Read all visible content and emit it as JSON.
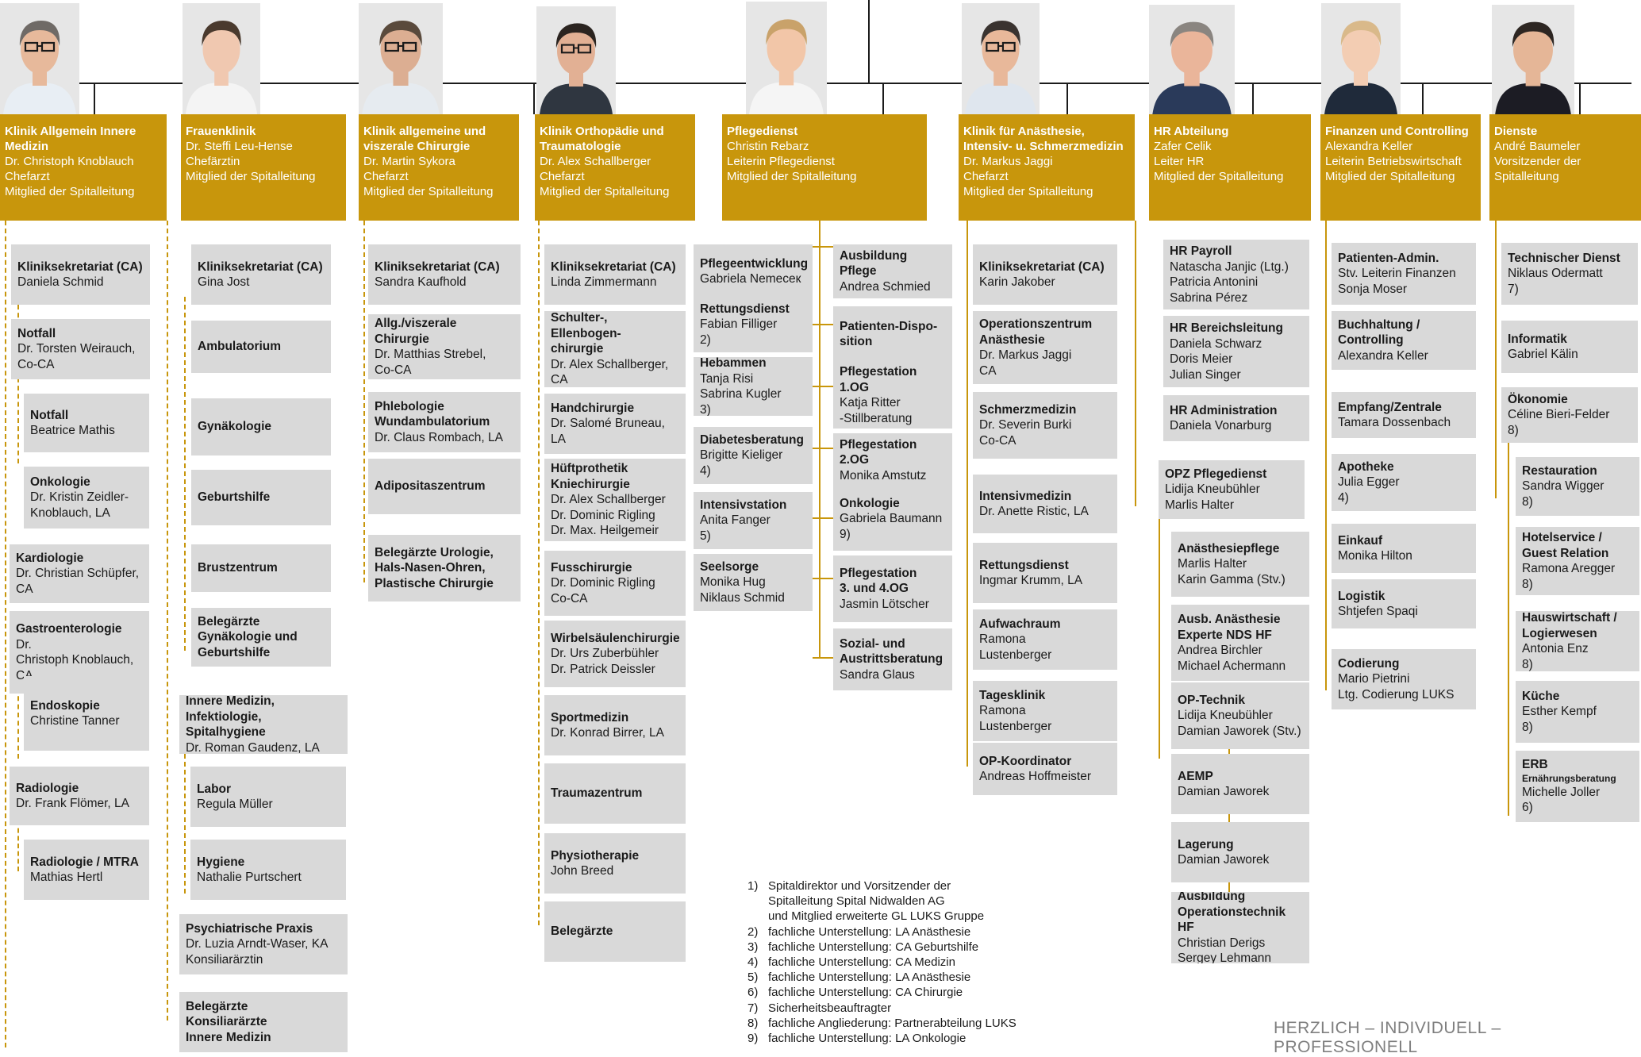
{
  "colors": {
    "accent": "#c8960c",
    "box": "#d9d9d9",
    "line": "#1b1b1b",
    "text": "#1a1a1a"
  },
  "departments": [
    {
      "id": "innere",
      "photo": {
        "name": "portrait-innere",
        "skin": "#e7b99b",
        "hair": "#6f6a66",
        "shirt": "#e8eef4",
        "glasses": true
      },
      "header": {
        "title": [
          "Klinik Allgemein Innere",
          "Medizin"
        ],
        "lines": [
          "Dr. Christoph Knoblauch",
          "Chefarzt",
          "Mitglied der Spitalleitung"
        ]
      },
      "units": [
        {
          "title": [
            "Kliniksekretariat (CA)"
          ],
          "lines": [
            "Daniela Schmid"
          ]
        },
        {
          "title": [
            "Notfall"
          ],
          "lines": [
            "Dr. Torsten Weirauch,",
            "Co-CA"
          ]
        },
        {
          "title": [
            "Notfall"
          ],
          "lines": [
            "Beatrice Mathis"
          ]
        },
        {
          "title": [
            "Onkologie"
          ],
          "lines": [
            "Dr. Kristin Zeidler-",
            "Knoblauch, LA"
          ]
        },
        {
          "title": [
            "Kardiologie"
          ],
          "lines": [
            "Dr. Christian Schüpfer,",
            "CA"
          ]
        },
        {
          "title": [
            "Gastroenterologie"
          ],
          "lines": [
            "Dr.",
            "Christoph Knoblauch,",
            "CA"
          ]
        },
        {
          "title": [
            "Endoskopie"
          ],
          "lines": [
            "Christine Tanner"
          ]
        },
        {
          "title": [
            "Radiologie"
          ],
          "lines": [
            "Dr. Frank Flömer, LA"
          ]
        },
        {
          "title": [
            "Radiologie / MTRA"
          ],
          "lines": [
            "Mathias Hertl"
          ]
        }
      ]
    },
    {
      "id": "frauen",
      "photo": {
        "name": "portrait-frauen",
        "skin": "#f0c8b0",
        "hair": "#4a3a2e",
        "shirt": "#f4f4f4",
        "glasses": false
      },
      "header": {
        "title": [
          "Frauenklinik"
        ],
        "lines": [
          "Dr. Steffi Leu-Hense",
          "Chefärztin",
          "Mitglied der Spitalleitung"
        ]
      },
      "units": [
        {
          "title": [
            "Kliniksekretariat (CA)"
          ],
          "lines": [
            "Gina Jost"
          ]
        },
        {
          "title": [
            "Ambulatorium"
          ],
          "lines": []
        },
        {
          "title": [
            "Gynäkologie"
          ],
          "lines": []
        },
        {
          "title": [
            "Geburtshilfe"
          ],
          "lines": []
        },
        {
          "title": [
            "Brustzentrum"
          ],
          "lines": []
        },
        {
          "title": [
            "Belegärzte",
            "Gynäkologie und",
            "Geburtshilfe"
          ],
          "lines": []
        },
        {
          "title": [
            "Innere Medizin,",
            "Infektiologie, Spitalhygiene"
          ],
          "lines": [
            "Dr. Roman Gaudenz, LA"
          ]
        },
        {
          "title": [
            "Labor"
          ],
          "lines": [
            "Regula Müller"
          ]
        },
        {
          "title": [
            "Hygiene"
          ],
          "lines": [
            "Nathalie Purtschert"
          ]
        },
        {
          "title": [
            "Psychiatrische Praxis"
          ],
          "lines": [
            "Dr. Luzia Arndt-Waser, KA",
            "Konsiliarärztin"
          ]
        },
        {
          "title": [
            "Belegärzte",
            "Konsiliarärzte",
            "Innere Medizin"
          ],
          "lines": []
        }
      ]
    },
    {
      "id": "chirurgie",
      "photo": {
        "name": "portrait-chirurgie",
        "skin": "#dcae92",
        "hair": "#5a4a3c",
        "shirt": "#e6ebf0",
        "glasses": true
      },
      "header": {
        "title": [
          "Klinik allgemeine und",
          "viszerale Chirurgie"
        ],
        "lines": [
          "Dr. Martin Sykora",
          "Chefarzt",
          "Mitglied der Spitalleitung"
        ]
      },
      "units": [
        {
          "title": [
            "Kliniksekretariat (CA)"
          ],
          "lines": [
            "Sandra Kaufhold"
          ]
        },
        {
          "title": [
            "Allg./viszerale Chirurgie"
          ],
          "lines": [
            "Dr. Matthias Strebel,",
            "Co-CA"
          ]
        },
        {
          "title": [
            "Phlebologie",
            "Wundambulatorium"
          ],
          "lines": [
            "Dr. Claus Rombach, LA"
          ]
        },
        {
          "title": [
            "Adipositaszentrum"
          ],
          "lines": []
        },
        {
          "title": [
            "Belegärzte Urologie,",
            "Hals-Nasen-Ohren,",
            "Plastische Chirurgie"
          ],
          "lines": []
        }
      ]
    },
    {
      "id": "ortho",
      "photo": {
        "name": "portrait-ortho",
        "skin": "#e2b094",
        "hair": "#2b2420",
        "shirt": "#2f3640",
        "glasses": true
      },
      "header": {
        "title": [
          "Klinik Orthopädie und",
          "Traumatologie"
        ],
        "lines": [
          "Dr. Alex Schallberger",
          "Chefarzt",
          "Mitglied der Spitalleitung"
        ]
      },
      "units": [
        {
          "title": [
            "Kliniksekretariat (CA)"
          ],
          "lines": [
            "Linda Zimmermann"
          ]
        },
        {
          "title": [
            "Schulter-, Ellenbogen-",
            "chirurgie"
          ],
          "lines": [
            "Dr. Alex Schallberger,",
            "CA"
          ]
        },
        {
          "title": [
            "Handchirurgie"
          ],
          "lines": [
            "Dr. Salomé Bruneau,",
            "LA"
          ]
        },
        {
          "title": [
            "Hüftprothetik",
            "Kniechirurgie"
          ],
          "lines": [
            "Dr. Alex Schallberger",
            "Dr. Dominic Rigling",
            "Dr. Max. Heilgemeir"
          ]
        },
        {
          "title": [
            "Fusschirurgie"
          ],
          "lines": [
            "Dr. Dominic Rigling",
            "Co-CA"
          ]
        },
        {
          "title": [
            "Wirbelsäulenchirurgie"
          ],
          "lines": [
            "Dr. Urs Zuberbühler",
            "Dr. Patrick Deissler"
          ]
        },
        {
          "title": [
            "Sportmedizin"
          ],
          "lines": [
            "Dr. Konrad Birrer, LA"
          ]
        },
        {
          "title": [
            "Traumazentrum"
          ],
          "lines": []
        },
        {
          "title": [
            "Physiotherapie"
          ],
          "lines": [
            "John Breed"
          ]
        },
        {
          "title": [
            "Belegärzte"
          ],
          "lines": []
        }
      ]
    },
    {
      "id": "pflege",
      "photo": {
        "name": "portrait-pflege",
        "skin": "#f2c6a8",
        "hair": "#c9a26a",
        "shirt": "#f5f5f5",
        "glasses": false
      },
      "header": {
        "title": [
          "Pflegedienst"
        ],
        "lines": [
          "Christin Rebarz",
          "Leiterin Pflegedienst",
          "Mitglied der Spitalleitung"
        ]
      },
      "units": [
        {
          "title": [
            "Pflegeentwicklung"
          ],
          "lines": [
            "Gabriela Nemeceк"
          ]
        },
        {
          "title": [
            "Rettungsdienst"
          ],
          "lines": [
            "Fabian Filliger",
            "2)"
          ]
        },
        {
          "title": [
            "Hebammen"
          ],
          "lines": [
            "Tanja Risi",
            "Sabrina Kugler",
            "3)"
          ]
        },
        {
          "title": [
            "Diabetesberatung"
          ],
          "lines": [
            "Brigitte Kieliger",
            "4)"
          ]
        },
        {
          "title": [
            "Intensivstation"
          ],
          "lines": [
            "Anita Fanger",
            "5)"
          ]
        },
        {
          "title": [
            "Seelsorge"
          ],
          "lines": [
            "Monika Hug",
            "Niklaus Schmid"
          ]
        },
        {
          "title": [
            "Ausbildung Pflege"
          ],
          "lines": [
            "Andrea Schmied"
          ]
        },
        {
          "title": [
            "Patienten-Dispo-",
            "sition"
          ],
          "lines": []
        },
        {
          "title": [
            "Pflegestation 1.OG"
          ],
          "lines": [
            "Katja Ritter",
            "-Stillberatung"
          ]
        },
        {
          "title": [
            "Pflegestation 2.OG"
          ],
          "lines": [
            "Monika Amstutz"
          ]
        },
        {
          "title": [
            "Onkologie"
          ],
          "lines": [
            "Gabriela Baumann",
            "9)"
          ]
        },
        {
          "title": [
            "Pflegestation",
            "3. und 4.OG"
          ],
          "lines": [
            "Jasmin Lötscher"
          ]
        },
        {
          "title": [
            "Sozial- und",
            "Austrittsberatung"
          ],
          "lines": [
            "Sandra Glaus"
          ]
        }
      ]
    },
    {
      "id": "anaesthesie",
      "photo": {
        "name": "portrait-anaesthesie",
        "skin": "#e8b89a",
        "hair": "#3a3330",
        "shirt": "#dfe6ee",
        "glasses": true
      },
      "header": {
        "title": [
          "Klinik für Anästhesie,",
          "Intensiv- u. Schmerzmedizin"
        ],
        "lines": [
          "Dr. Markus Jaggi",
          "Chefarzt",
          "Mitglied der Spitalleitung"
        ]
      },
      "units": [
        {
          "title": [
            "Kliniksekretariat (CA)"
          ],
          "lines": [
            "Karin Jakober"
          ]
        },
        {
          "title": [
            "Operationszentrum",
            "Anästhesie"
          ],
          "lines": [
            "Dr. Markus Jaggi",
            "CA"
          ]
        },
        {
          "title": [
            "Schmerzmedizin"
          ],
          "lines": [
            "Dr. Severin Burki",
            "Co-CA"
          ]
        },
        {
          "title": [
            "Intensivmedizin"
          ],
          "lines": [
            "Dr. Anette Ristic, LA"
          ]
        },
        {
          "title": [
            "Rettungsdienst"
          ],
          "lines": [
            "Ingmar Krumm, LA"
          ]
        },
        {
          "title": [
            "Aufwachraum"
          ],
          "lines": [
            "Ramona",
            "Lustenberger"
          ]
        },
        {
          "title": [
            "Tagesklinik"
          ],
          "lines": [
            "Ramona",
            "Lustenberger"
          ]
        },
        {
          "title": [
            "OP-Koordinator"
          ],
          "lines": [
            "Andreas Hoffmeister"
          ]
        }
      ]
    },
    {
      "id": "hr",
      "photo": {
        "name": "portrait-hr",
        "skin": "#eab59a",
        "hair": "#8a8580",
        "shirt": "#2a3a5a",
        "glasses": false
      },
      "header": {
        "title": [
          "HR Abteilung"
        ],
        "lines": [
          "Zafer Celik",
          "Leiter HR",
          "Mitglied der Spitalleitung"
        ]
      },
      "units": [
        {
          "title": [
            "HR Payroll"
          ],
          "lines": [
            "Natascha Janjic (Ltg.)",
            "Patricia Antonini",
            "Sabrina Pérez"
          ]
        },
        {
          "title": [
            "HR Bereichsleitung"
          ],
          "lines": [
            "Daniela Schwarz",
            "Doris Meier",
            "Julian Singer"
          ]
        },
        {
          "title": [
            "HR Administration"
          ],
          "lines": [
            "Daniela Vonarburg"
          ]
        },
        {
          "title": [
            "OPZ Pflegedienst"
          ],
          "lines": [
            "Lidija Kneubühler",
            "Marlis Halter"
          ]
        },
        {
          "title": [
            "Anästhesiepflege"
          ],
          "lines": [
            "Marlis Halter",
            "Karin Gamma (Stv.)"
          ]
        },
        {
          "title": [
            "Ausb. Anästhesie",
            "Experte NDS HF"
          ],
          "lines": [
            "Andrea Birchler",
            "Michael Achermann"
          ]
        },
        {
          "title": [
            "OP-Technik"
          ],
          "lines": [
            "Lidija Kneubühler",
            "Damian Jaworek (Stv.)"
          ]
        },
        {
          "title": [
            "AEMP"
          ],
          "lines": [
            "Damian Jaworek"
          ]
        },
        {
          "title": [
            "Lagerung"
          ],
          "lines": [
            "Damian Jaworek"
          ]
        },
        {
          "title": [
            "Ausbildung",
            "Operationstechnik HF"
          ],
          "lines": [
            "Christian Derigs",
            "Sergey Lehmann"
          ]
        }
      ]
    },
    {
      "id": "finanzen",
      "photo": {
        "name": "portrait-finanzen",
        "skin": "#f3cdb3",
        "hair": "#d9b98a",
        "shirt": "#1f2a3a",
        "glasses": false
      },
      "header": {
        "title": [
          "Finanzen und Controlling"
        ],
        "lines": [
          "Alexandra Keller",
          "Leiterin Betriebswirtschaft",
          "Mitglied der Spitalleitung"
        ]
      },
      "units": [
        {
          "title": [
            "Patienten-Admin."
          ],
          "lines": [
            "Stv. Leiterin Finanzen",
            "Sonja Moser"
          ]
        },
        {
          "title": [
            "Buchhaltung /",
            "Controlling"
          ],
          "lines": [
            "Alexandra Keller"
          ]
        },
        {
          "title": [
            "Empfang/Zentrale"
          ],
          "lines": [
            "Tamara Dossenbach"
          ]
        },
        {
          "title": [
            "Apotheke"
          ],
          "lines": [
            "Julia Egger",
            "4)"
          ]
        },
        {
          "title": [
            "Einkauf"
          ],
          "lines": [
            "Monika Hilton"
          ]
        },
        {
          "title": [
            "Logistik"
          ],
          "lines": [
            "Shtjefen Spaqi"
          ]
        },
        {
          "title": [
            "Codierung"
          ],
          "lines": [
            "Mario Pietrini",
            "Ltg. Codierung LUKS"
          ]
        }
      ]
    },
    {
      "id": "dienste",
      "photo": {
        "name": "portrait-dienste",
        "skin": "#e5b697",
        "hair": "#2d2622",
        "shirt": "#1c1c24",
        "glasses": false
      },
      "header": {
        "title": [
          "Dienste"
        ],
        "lines": [
          "André Baumeler",
          "Vorsitzender der",
          "Spitalleitung"
        ]
      },
      "units": [
        {
          "title": [
            "Technischer Dienst"
          ],
          "lines": [
            "Niklaus Odermatt",
            "7)"
          ]
        },
        {
          "title": [
            "Informatik"
          ],
          "lines": [
            "Gabriel Kälin"
          ]
        },
        {
          "title": [
            "Ökonomie"
          ],
          "lines": [
            "Céline Bieri-Felder",
            "8)"
          ]
        },
        {
          "title": [
            "Restauration"
          ],
          "lines": [
            "Sandra Wigger",
            "8)"
          ]
        },
        {
          "title": [
            "Hotelservice /",
            "Guest Relation"
          ],
          "lines": [
            "Ramona Aregger",
            "8)"
          ]
        },
        {
          "title": [
            "Hauswirtschaft /",
            "Logierwesen"
          ],
          "lines": [
            "Antonia Enz",
            "8)"
          ]
        },
        {
          "title": [
            "Küche"
          ],
          "lines": [
            "Esther Kempf",
            "8)"
          ]
        },
        {
          "title": [
            "ERB"
          ],
          "small": "Ernährungsberatung",
          "lines": [
            "Michelle Joller",
            "6)"
          ]
        }
      ]
    }
  ],
  "footnotes": [
    {
      "n": "1)",
      "lines": [
        "Spitaldirektor und Vorsitzender der",
        "Spitalleitung Spital Nidwalden AG",
        "und Mitglied erweiterte GL LUKS Gruppe"
      ]
    },
    {
      "n": "2)",
      "lines": [
        "fachliche Unterstellung:  LA Anästhesie"
      ]
    },
    {
      "n": "3)",
      "lines": [
        "fachliche Unterstellung:  CA Geburtshilfe"
      ]
    },
    {
      "n": "4)",
      "lines": [
        "fachliche Unterstellung:  CA Medizin"
      ]
    },
    {
      "n": "5)",
      "lines": [
        "fachliche Unterstellung:  LA Anästhesie"
      ]
    },
    {
      "n": "6)",
      "lines": [
        "fachliche Unterstellung:  CA Chirurgie"
      ]
    },
    {
      "n": "7)",
      "lines": [
        "Sicherheitsbeauftragter"
      ]
    },
    {
      "n": "8)",
      "lines": [
        "fachliche Angliederung:   Partnerabteilung LUKS"
      ]
    },
    {
      "n": "9)",
      "lines": [
        "fachliche Unterstellung:  LA Onkologie"
      ]
    }
  ],
  "slogan": "HERZLICH – INDIVIDUELL – PROFESSIONELL"
}
